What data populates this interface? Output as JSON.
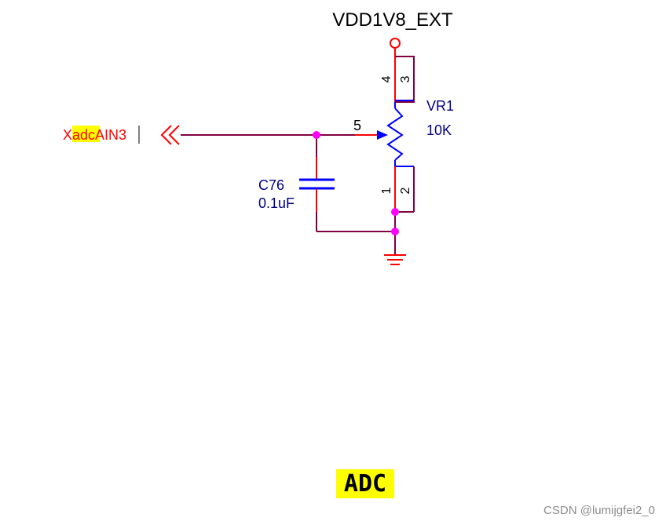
{
  "power": {
    "net": "VDD1V8_EXT"
  },
  "net_label": {
    "prefix": "X",
    "highlight": "adc",
    "suffix": "AIN3"
  },
  "potentiometer": {
    "ref": "VR1",
    "value": "10K",
    "pins": {
      "wiper": "5",
      "top_a": "4",
      "top_b": "3",
      "bottom_a": "1",
      "bottom_b": "2"
    }
  },
  "capacitor": {
    "ref": "C76",
    "value": "0.1uF"
  },
  "block_title": "ADC",
  "watermark": "CSDN @lumijgfei2_0",
  "colors": {
    "wire": "#800040",
    "pin": "#ff0000",
    "component": "#0000ff",
    "junction": "#ff00ff",
    "label_red": "#ff0000",
    "label_blue": "#000080",
    "highlight": "#ffff00"
  }
}
